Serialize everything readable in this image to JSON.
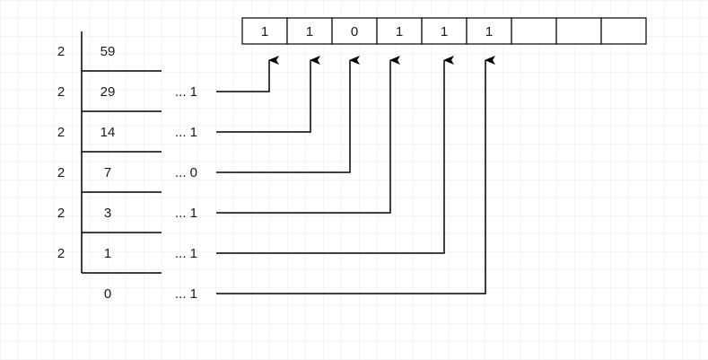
{
  "divisor": "2",
  "division_rows": [
    {
      "divisor": "2",
      "quotient": "59",
      "remainder": ""
    },
    {
      "divisor": "2",
      "quotient": "29",
      "remainder": "... 1"
    },
    {
      "divisor": "2",
      "quotient": "14",
      "remainder": "... 1"
    },
    {
      "divisor": "2",
      "quotient": "7",
      "remainder": "... 0"
    },
    {
      "divisor": "2",
      "quotient": "3",
      "remainder": "... 1"
    },
    {
      "divisor": "2",
      "quotient": "1",
      "remainder": "... 1"
    },
    {
      "divisor": "",
      "quotient": "0",
      "remainder": "... 1"
    }
  ],
  "binary_cells": [
    "1",
    "1",
    "0",
    "1",
    "1",
    "1",
    "",
    "",
    ""
  ],
  "colors": {
    "grid": "#e6e6e6",
    "stroke": "#000000",
    "text": "#1a1a1a",
    "background": "#ffffff"
  }
}
